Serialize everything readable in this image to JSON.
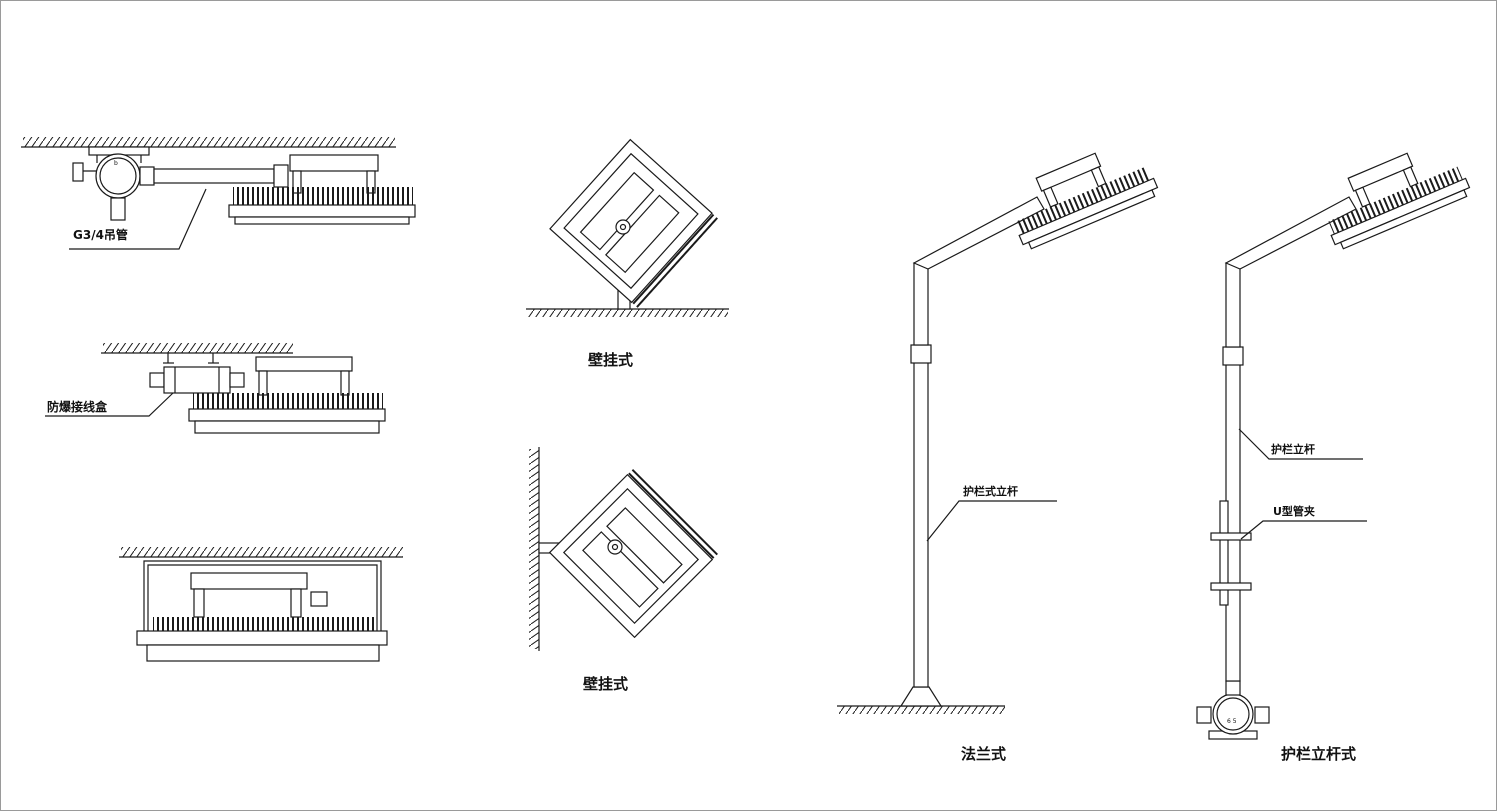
{
  "labels": {
    "pendant_pipe": "G3/4吊管",
    "junction_box": "防爆接线盒",
    "wall_mount_top": "壁挂式",
    "wall_mount_bottom": "壁挂式",
    "pole_rail_type": "护栏式立杆",
    "flange_caption": "法兰式",
    "rail_pole": "护栏立杆",
    "u_clamp": "U型管夹",
    "rail_pole_caption": "护栏立杆式"
  },
  "colors": {
    "line": "#1a1a1a",
    "frame": "#9a9a9a"
  }
}
